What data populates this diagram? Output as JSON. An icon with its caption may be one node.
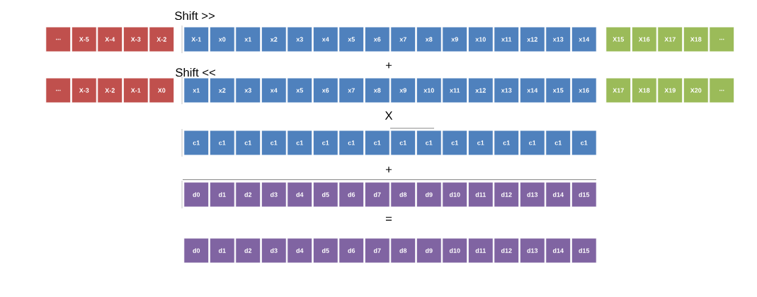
{
  "diagram": {
    "nodes": [
      {
        "text": [
          "..."
        ]
      },
      {
        "text": [
          "X-5"
        ]
      },
      {
        "text": [
          "X-4"
        ]
      },
      {
        "text": [
          "X-3"
        ]
      },
      {
        "text": [
          "X-2"
        ]
      },
      {
        "text": [
          "X-1"
        ]
      },
      {
        "text": [
          "x0"
        ]
      },
      {
        "text": [
          "x1"
        ]
      },
      {
        "text": [
          "x2"
        ]
      },
      {
        "text": [
          "x3"
        ]
      },
      {
        "text": [
          "x4"
        ]
      },
      {
        "text": [
          "x5"
        ]
      },
      {
        "text": [
          "x6"
        ]
      },
      {
        "text": [
          "x7"
        ]
      },
      {
        "text": [
          "x8"
        ]
      },
      {
        "text": [
          "x9"
        ]
      },
      {
        "text": [
          "x10"
        ]
      },
      {
        "text": [
          "x11"
        ]
      },
      {
        "text": [
          "x12"
        ]
      },
      {
        "text": [
          "x13"
        ]
      },
      {
        "text": [
          "x14"
        ]
      },
      {
        "text": [
          "X15"
        ]
      },
      {
        "text": [
          "X16"
        ]
      },
      {
        "text": [
          "X17"
        ]
      },
      {
        "text": [
          "X18"
        ]
      },
      {
        "text": [
          "..."
        ]
      },
      {
        "text": [
          "..."
        ]
      },
      {
        "text": [
          "X-3"
        ]
      },
      {
        "text": [
          "X-2"
        ]
      },
      {
        "text": [
          "X-1"
        ]
      },
      {
        "text": [
          "X0"
        ]
      },
      {
        "text": [
          "x1"
        ]
      },
      {
        "text": [
          "x2"
        ]
      },
      {
        "text": [
          "x3"
        ]
      },
      {
        "text": [
          "x4"
        ]
      },
      {
        "text": [
          "x5"
        ]
      },
      {
        "text": [
          "x6"
        ]
      },
      {
        "text": [
          "x7"
        ]
      },
      {
        "text": [
          "x8"
        ]
      },
      {
        "text": [
          "x9"
        ]
      },
      {
        "text": [
          "x10"
        ]
      },
      {
        "text": [
          "x11"
        ]
      },
      {
        "text": [
          "x12"
        ]
      },
      {
        "text": [
          "x13"
        ]
      },
      {
        "text": [
          "x14"
        ]
      },
      {
        "text": [
          "x15"
        ]
      },
      {
        "text": [
          "x16"
        ]
      },
      {
        "text": [
          "X17"
        ]
      },
      {
        "text": [
          "X18"
        ]
      },
      {
        "text": [
          "X19"
        ]
      },
      {
        "text": [
          "X20"
        ]
      },
      {
        "text": [
          "..."
        ]
      },
      {
        "text": [
          "c1"
        ]
      },
      {
        "text": [
          "c1"
        ]
      },
      {
        "text": [
          "c1"
        ]
      },
      {
        "text": [
          "c1"
        ]
      },
      {
        "text": [
          "c1"
        ]
      },
      {
        "text": [
          "c1"
        ]
      },
      {
        "text": [
          "c1"
        ]
      },
      {
        "text": [
          "c1"
        ]
      },
      {
        "text": [
          "c1"
        ]
      },
      {
        "text": [
          "c1"
        ]
      },
      {
        "text": [
          "c1"
        ]
      },
      {
        "text": [
          "c1"
        ]
      },
      {
        "text": [
          "c1"
        ]
      },
      {
        "text": [
          "c1"
        ]
      },
      {
        "text": [
          "c1"
        ]
      },
      {
        "text": [
          "c1"
        ]
      },
      {
        "text": [
          "d0"
        ]
      },
      {
        "text": [
          "d1"
        ]
      },
      {
        "text": [
          "d2"
        ]
      },
      {
        "text": [
          "d3"
        ]
      },
      {
        "text": [
          "d4"
        ]
      },
      {
        "text": [
          "d5"
        ]
      },
      {
        "text": [
          "d6"
        ]
      },
      {
        "text": [
          "d7"
        ]
      },
      {
        "text": [
          "d8"
        ]
      },
      {
        "text": [
          "d9"
        ]
      },
      {
        "text": [
          "d10"
        ]
      },
      {
        "text": [
          "d11"
        ]
      },
      {
        "text": [
          "d12"
        ]
      },
      {
        "text": [
          "d13"
        ]
      },
      {
        "text": [
          "d14"
        ]
      },
      {
        "text": [
          "d15"
        ]
      },
      {
        "text": [
          "d0"
        ]
      },
      {
        "text": [
          "d1"
        ]
      },
      {
        "text": [
          "d2"
        ]
      },
      {
        "text": [
          "d3"
        ]
      },
      {
        "text": [
          "d4"
        ]
      },
      {
        "text": [
          "d5"
        ]
      },
      {
        "text": [
          "d6"
        ]
      },
      {
        "text": [
          "d7"
        ]
      },
      {
        "text": [
          "d8"
        ]
      },
      {
        "text": [
          "d9"
        ]
      },
      {
        "text": [
          "d10"
        ]
      },
      {
        "text": [
          "d11"
        ]
      },
      {
        "text": [
          "d12"
        ]
      },
      {
        "text": [
          "d13"
        ]
      },
      {
        "text": [
          "d14"
        ]
      },
      {
        "text": [
          "d15"
        ]
      }
    ],
    "labels": [
      "Shift >>",
      "+",
      "Shift <<",
      "X",
      "+",
      "="
    ]
  }
}
